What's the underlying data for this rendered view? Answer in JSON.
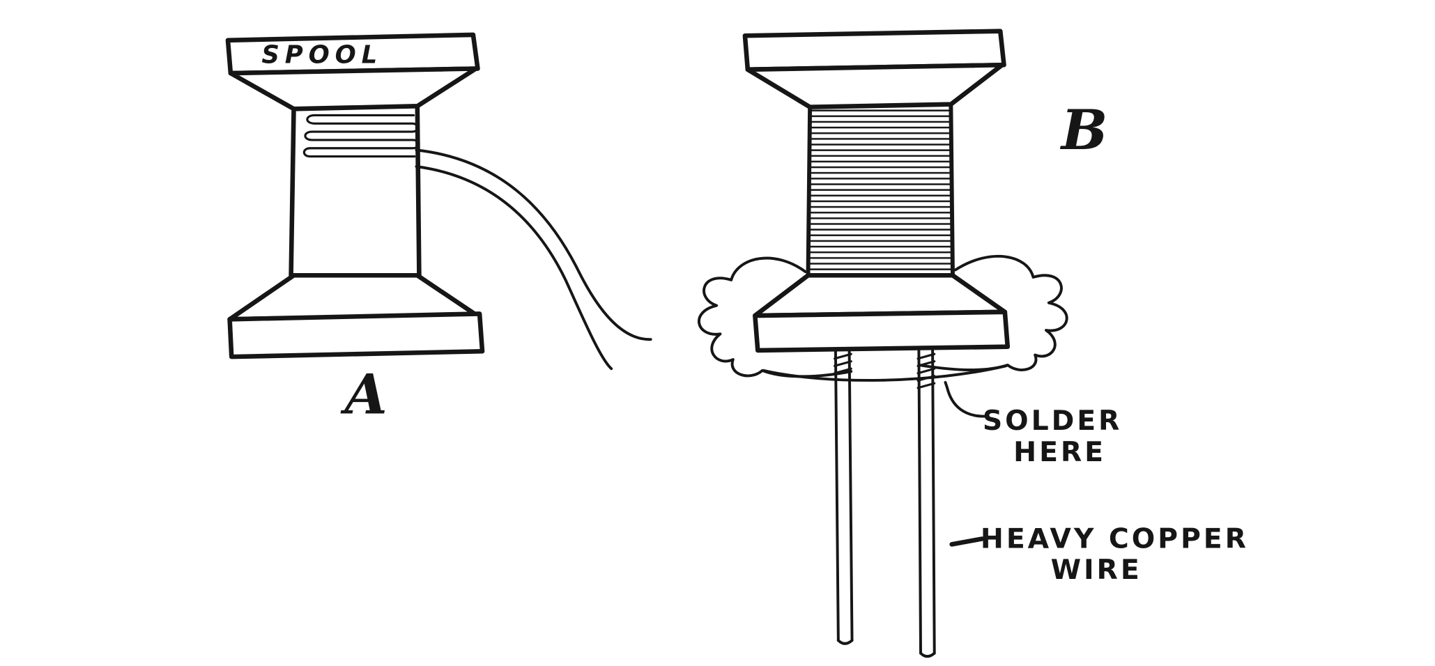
{
  "figure": {
    "labels": {
      "spool": "SPOOL",
      "fig_a": "A",
      "fig_b": "B",
      "solder_line1": "SOLDER",
      "solder_line2": "HERE",
      "wire_line1": "HEAVY COPPER",
      "wire_line2": "WIRE"
    },
    "colors": {
      "ink": "#161616",
      "background": "#ffffff"
    }
  }
}
